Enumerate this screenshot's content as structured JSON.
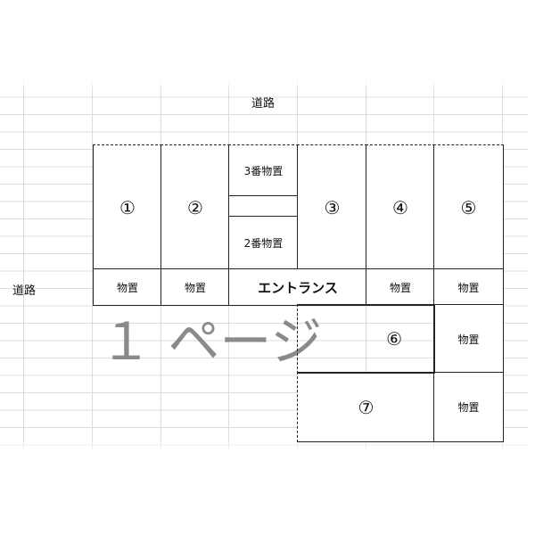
{
  "labels": {
    "road_top": "道路",
    "road_left": "道路",
    "entrance": "エントランス",
    "storage": "物置",
    "storage_3": "3番物置",
    "storage_2": "2番物置"
  },
  "lots": [
    "①",
    "②",
    "③",
    "④",
    "⑤",
    "⑥",
    "⑦"
  ],
  "page_break_watermark": "１ ページ"
}
